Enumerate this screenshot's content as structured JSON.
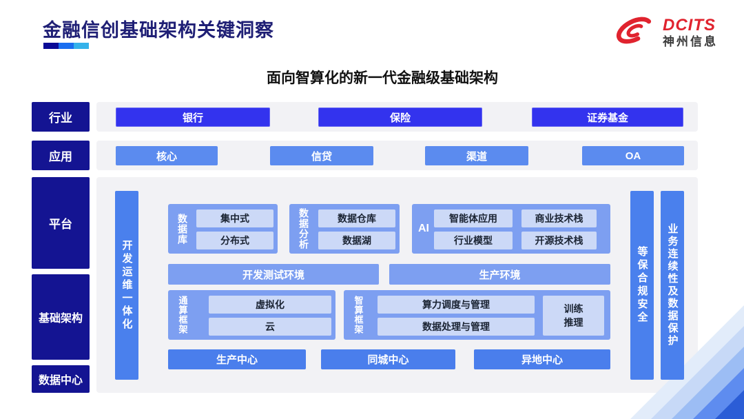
{
  "slide": {
    "title": "金融信创基础架构关键洞察",
    "subtitle": "面向智算化的新一代金融级基础架构"
  },
  "logo": {
    "brand": "DCITS",
    "company": "神州信息"
  },
  "side_labels": {
    "industry": "行业",
    "application": "应用",
    "platform": "平台",
    "infrastructure": "基础架构",
    "datacenter": "数据中心"
  },
  "industry_items": [
    "银行",
    "保险",
    "证券基金"
  ],
  "application_items": [
    "核心",
    "信贷",
    "渠道",
    "OA"
  ],
  "platform_area": {
    "devops_bar": "开发运维一体化",
    "security_bar": "等保合规安全",
    "continuity_bar": "业务连续性及数据保护",
    "database": {
      "label": "数据库",
      "items": [
        "集中式",
        "分布式"
      ]
    },
    "analytics": {
      "label": "数据分析",
      "items": [
        "数据仓库",
        "数据湖"
      ]
    },
    "ai": {
      "label": "AI",
      "items": [
        "智能体应用",
        "商业技术栈",
        "行业模型",
        "开源技术栈"
      ]
    },
    "environments": [
      "开发测试环境",
      "生产环境"
    ],
    "general_compute": {
      "label": "通算框架",
      "items": [
        "虚拟化",
        "云"
      ]
    },
    "intelligent_compute": {
      "label": "智算框架",
      "items": [
        "算力调度与管理",
        "数据处理与管理"
      ],
      "side": "训练\n推理"
    },
    "centers": [
      "生产中心",
      "同城中心",
      "异地中心"
    ]
  },
  "colors": {
    "navy": "#141492",
    "primary_blue": "#3333ee",
    "light_blue": "#5b8bef",
    "bar_blue": "#4a80ed",
    "group_blue": "#7d9ff1",
    "chip_blue": "#ccd9f7",
    "panel_gray": "#f2f2f5",
    "title_navy": "#1f1f75",
    "logo_red": "#e0232e"
  }
}
